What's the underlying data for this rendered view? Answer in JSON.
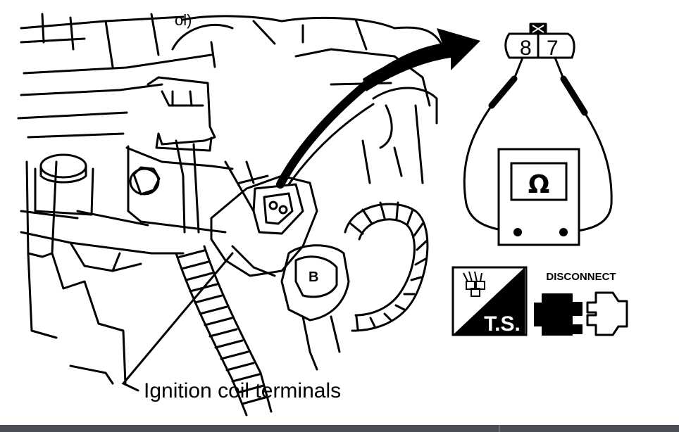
{
  "callout": {
    "label": "Ignition coil terminals"
  },
  "connector": {
    "pin_left": "8",
    "pin_right": "7"
  },
  "meter": {
    "symbol": "Ω",
    "icon": "ohmmeter-icon"
  },
  "badges": {
    "ts_label": "T.S.",
    "ts_icon": "troubleshooting-icon",
    "disconnect_label": "DISCONNECT",
    "disconnect_icon": "disconnect-connector-icon"
  },
  "colors": {
    "ink": "#000000",
    "paper": "#ffffff",
    "footer": "#4a4e55"
  }
}
